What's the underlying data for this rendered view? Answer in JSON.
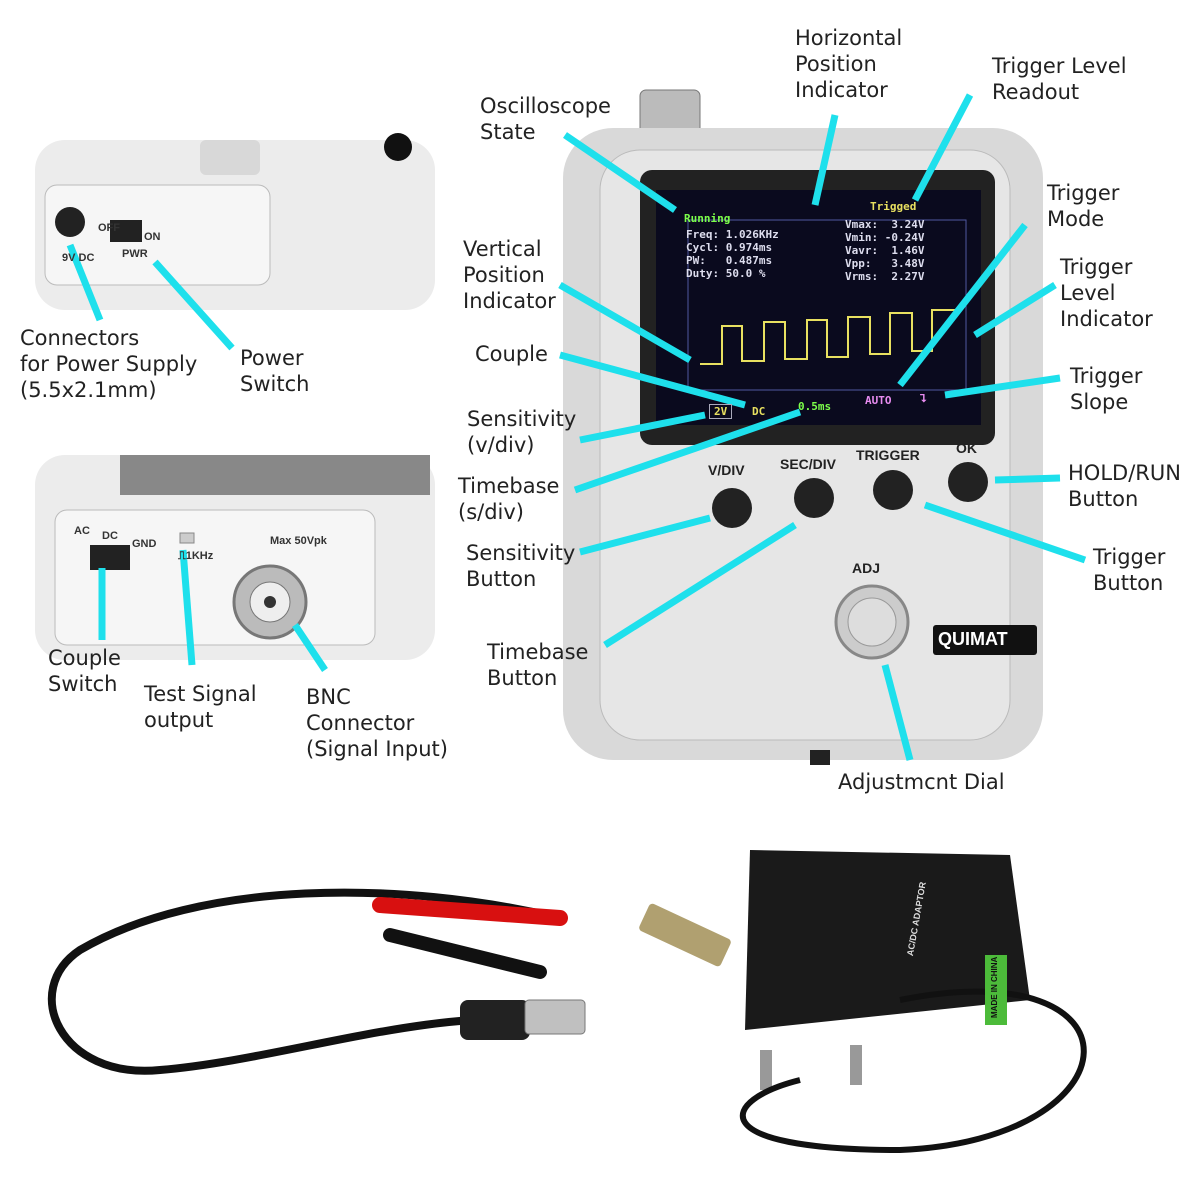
{
  "labels": {
    "horizontal_position": [
      "Horizontal",
      "Position",
      "Indicator"
    ],
    "trigger_level_readout": [
      "Trigger Level",
      "Readout"
    ],
    "oscilloscope_state": [
      "Oscilloscope",
      "State"
    ],
    "trigger_mode": [
      "Trigger",
      "Mode"
    ],
    "vertical_position": [
      "Vertical",
      "Position",
      "Indicator"
    ],
    "trigger_level_indicator": [
      "Trigger",
      "Level",
      "Indicator"
    ],
    "couple": [
      "Couple"
    ],
    "trigger_slope": [
      "Trigger",
      "Slope"
    ],
    "sensitivity": [
      "Sensitivity",
      "(v/div)"
    ],
    "hold_run": [
      "HOLD/RUN",
      "Button"
    ],
    "timebase": [
      "Timebase",
      "(s/div)"
    ],
    "sensitivity_button": [
      "Sensitivity",
      "Button"
    ],
    "trigger_button": [
      "Trigger",
      "Button"
    ],
    "timebase_button": [
      "Timebase",
      "Button"
    ],
    "adjustment_dial": [
      "Adjustmcnt Dial"
    ],
    "power_connector": [
      "Connectors",
      "for Power Supply",
      "(5.5x2.1mm)"
    ],
    "power_switch": [
      "Power",
      "Switch"
    ],
    "couple_switch": [
      "Couple",
      "Switch"
    ],
    "test_signal": [
      "Test Signal",
      "output"
    ],
    "bnc_connector": [
      "BNC",
      "Connector",
      "(Signal Input)"
    ]
  },
  "screen": {
    "state": "Running",
    "trigger_status": "Trigged",
    "left_readout": "Freq: 1.026KHz\nCycl: 0.974ms\nPW:   0.487ms\nDuty: 50.0 %",
    "right_readout": "Vmax:  3.24V\nVmin: -0.24V\nVavr:  1.46V\nVpp:   3.48V\nVrms:  2.27V",
    "sensitivity": "2V",
    "coupling": "DC",
    "timebase": "0.5ms",
    "trigger_mode": "AUTO",
    "trigger_slope": "⮧"
  },
  "device": {
    "buttons": [
      "V/DIV",
      "SEC/DIV",
      "TRIGGER",
      "OK"
    ],
    "dial": "ADJ",
    "brand": "QUIMAT"
  },
  "side_panel_top": {
    "off": "OFF",
    "on": "ON",
    "pwr": "PWR",
    "dc": "9V DC"
  },
  "side_panel_bottom": {
    "ac": "AC",
    "dc": "DC",
    "gnd": "GND",
    "test": "⎍1KHz",
    "max": "Max 50Vpk"
  },
  "adapter": {
    "text": "AC/DC ADAPTOR",
    "made": "MADE IN CHINA"
  },
  "colors": {
    "arrow": "#1ee0ec",
    "screen_bg": "#0a0a1e",
    "trace": "#e8e060",
    "state": "#7cff4a",
    "mode": "#e88cf0"
  }
}
